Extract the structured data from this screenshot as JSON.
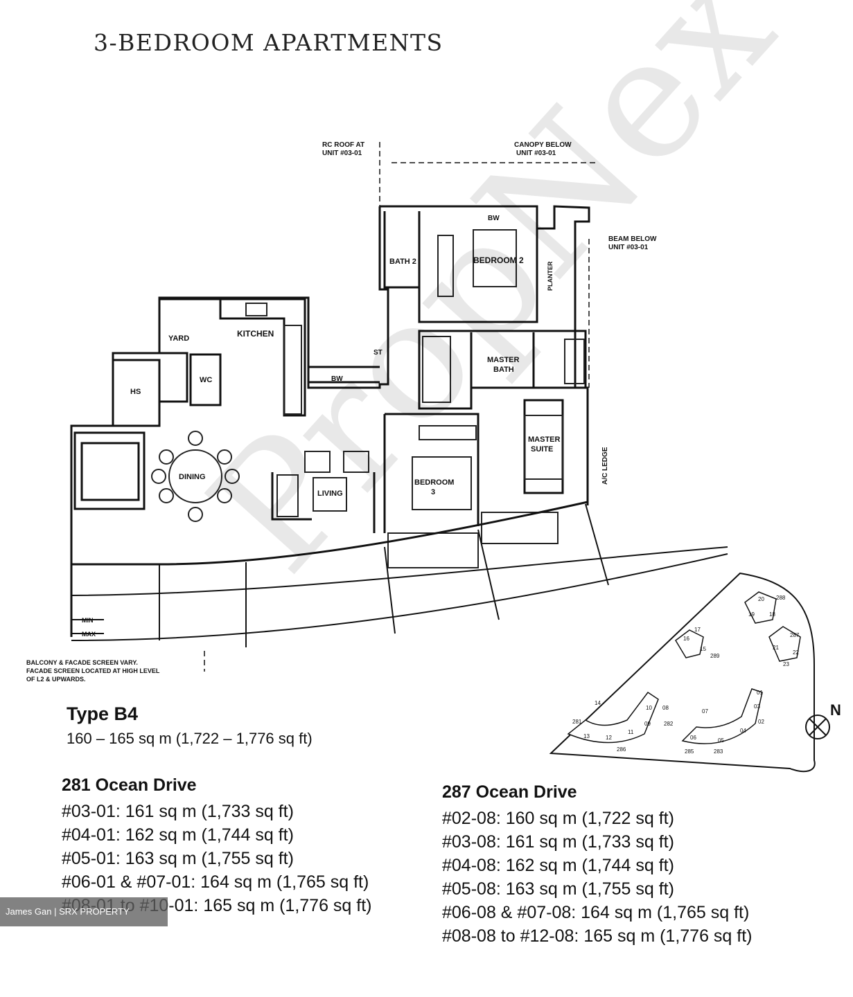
{
  "title": "3-BEDROOM APARTMENTS",
  "unit_type": {
    "name": "Type B4",
    "area": "160 – 165 sq m (1,722 – 1,776 sq ft)"
  },
  "rooms": {
    "bedroom2": "BEDROOM 2",
    "bath2": "BATH 2",
    "kitchen": "KITCHEN",
    "yard": "YARD",
    "wc": "WC",
    "hs": "HS",
    "master_bath_1": "MASTER",
    "master_bath_2": "BATH",
    "master_suite_1": "MASTER",
    "master_suite_2": "SUITE",
    "dining": "DINING",
    "living": "LIVING",
    "bedroom3_1": "BEDROOM",
    "bedroom3_2": "3",
    "ac_ledge": "A/C LEDGE",
    "planter": "PLANTER",
    "bw": "BW",
    "st": "ST"
  },
  "annotations": {
    "rc_roof_1": "RC ROOF AT",
    "rc_roof_2": "UNIT #03-01",
    "canopy_1": "CANOPY BELOW",
    "canopy_2": "UNIT #03-01",
    "beam_1": "BEAM BELOW",
    "beam_2": "UNIT #03-01",
    "min": "MIN",
    "max": "MAX",
    "balcony_1": "BALCONY & FACADE SCREEN VARY.",
    "balcony_2": "FACADE SCREEN LOCATED AT HIGH LEVEL",
    "balcony_3": "OF L2 & UPWARDS."
  },
  "site_plan": {
    "compass": "N",
    "block_labels": [
      "281",
      "282",
      "283",
      "285",
      "286",
      "287",
      "288",
      "289"
    ],
    "stack_labels": [
      "13",
      "12",
      "11",
      "14",
      "10",
      "09",
      "08",
      "07",
      "06",
      "05",
      "04",
      "03",
      "02",
      "01",
      "15",
      "16",
      "17",
      "18",
      "19",
      "20",
      "21",
      "22",
      "23"
    ]
  },
  "blocks": [
    {
      "name": "281 Ocean Drive",
      "units": [
        "#03-01: 161 sq m (1,733 sq ft)",
        "#04-01: 162 sq m (1,744 sq ft)",
        "#05-01: 163 sq m (1,755 sq ft)",
        "#06-01 & #07-01: 164 sq m (1,765 sq ft)",
        "#08-01 to #10-01: 165 sq m (1,776 sq ft)"
      ]
    },
    {
      "name": "287 Ocean Drive",
      "units": [
        "#02-08: 160 sq m (1,722 sq ft)",
        "#03-08: 161 sq m (1,733 sq ft)",
        "#04-08: 162 sq m (1,744 sq ft)",
        "#05-08: 163 sq m (1,755 sq ft)",
        "#06-08 & #07-08: 164 sq m (1,765 sq ft)",
        "#08-08 to #12-08: 165 sq m (1,776 sq ft)"
      ]
    }
  ],
  "watermark": "PropNex",
  "credit": "James Gan | SRX PROPERTY"
}
